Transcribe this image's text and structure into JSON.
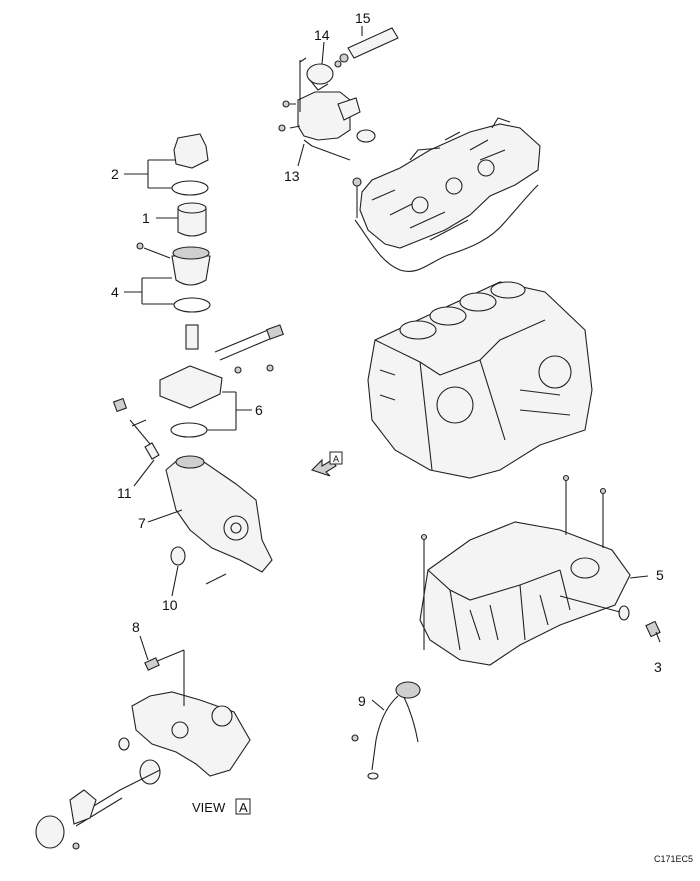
{
  "callouts": [
    {
      "id": "c1",
      "text": "1"
    },
    {
      "id": "c2",
      "text": "2"
    },
    {
      "id": "c3",
      "text": "3"
    },
    {
      "id": "c4",
      "text": "4"
    },
    {
      "id": "c5",
      "text": "5"
    },
    {
      "id": "c6",
      "text": "6"
    },
    {
      "id": "c7",
      "text": "7"
    },
    {
      "id": "c8",
      "text": "8"
    },
    {
      "id": "c9",
      "text": "9"
    },
    {
      "id": "c10",
      "text": "10"
    },
    {
      "id": "c11",
      "text": "11"
    },
    {
      "id": "c13",
      "text": "13"
    },
    {
      "id": "c14",
      "text": "14"
    },
    {
      "id": "c15",
      "text": "15"
    }
  ],
  "view_label": {
    "word": "VIEW",
    "letter": "A"
  },
  "view_arrow_letter": "A",
  "figure_code": "C171EC5",
  "colors": {
    "line": "#222222",
    "fill": "#f4f4f4",
    "shade": "#cfcfcf",
    "background": "#ffffff"
  }
}
